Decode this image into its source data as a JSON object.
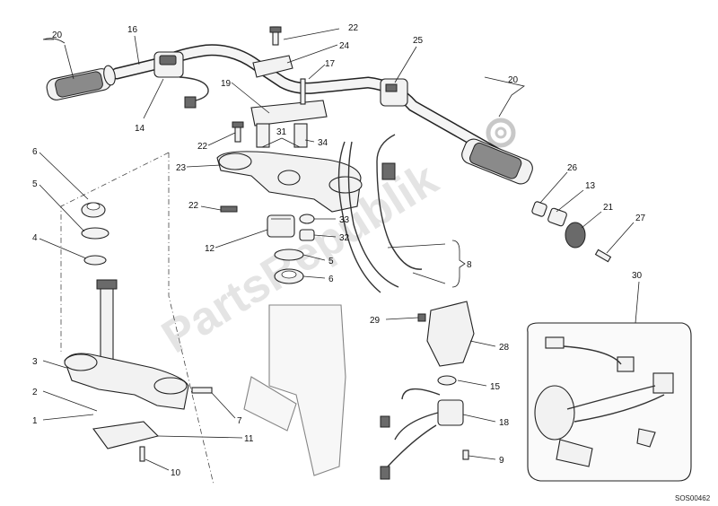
{
  "watermark": "PartsRepublik",
  "diagram_code": "SOS00462",
  "callouts": [
    {
      "id": "c20a",
      "text": "20"
    },
    {
      "id": "c16",
      "text": "16"
    },
    {
      "id": "c14",
      "text": "14"
    },
    {
      "id": "c22a",
      "text": "22"
    },
    {
      "id": "c24",
      "text": "24"
    },
    {
      "id": "c17",
      "text": "17"
    },
    {
      "id": "c19",
      "text": "19"
    },
    {
      "id": "c25",
      "text": "25"
    },
    {
      "id": "c20b",
      "text": "20"
    },
    {
      "id": "c22b",
      "text": "22"
    },
    {
      "id": "c31",
      "text": "31"
    },
    {
      "id": "c34",
      "text": "34"
    },
    {
      "id": "c23",
      "text": "23"
    },
    {
      "id": "c6a",
      "text": "6"
    },
    {
      "id": "c5a",
      "text": "5"
    },
    {
      "id": "c4",
      "text": "4"
    },
    {
      "id": "c22c",
      "text": "22"
    },
    {
      "id": "c33",
      "text": "33"
    },
    {
      "id": "c32",
      "text": "32"
    },
    {
      "id": "c12",
      "text": "12"
    },
    {
      "id": "c5b",
      "text": "5"
    },
    {
      "id": "c6b",
      "text": "6"
    },
    {
      "id": "c8",
      "text": "8"
    },
    {
      "id": "c26",
      "text": "26"
    },
    {
      "id": "c13",
      "text": "13"
    },
    {
      "id": "c21",
      "text": "21"
    },
    {
      "id": "c27",
      "text": "27"
    },
    {
      "id": "c30",
      "text": "30"
    },
    {
      "id": "c29",
      "text": "29"
    },
    {
      "id": "c28",
      "text": "28"
    },
    {
      "id": "c15",
      "text": "15"
    },
    {
      "id": "c18",
      "text": "18"
    },
    {
      "id": "c9",
      "text": "9"
    },
    {
      "id": "c3",
      "text": "3"
    },
    {
      "id": "c2",
      "text": "2"
    },
    {
      "id": "c1",
      "text": "1"
    },
    {
      "id": "c7",
      "text": "7"
    },
    {
      "id": "c11",
      "text": "11"
    },
    {
      "id": "c10",
      "text": "10"
    }
  ]
}
